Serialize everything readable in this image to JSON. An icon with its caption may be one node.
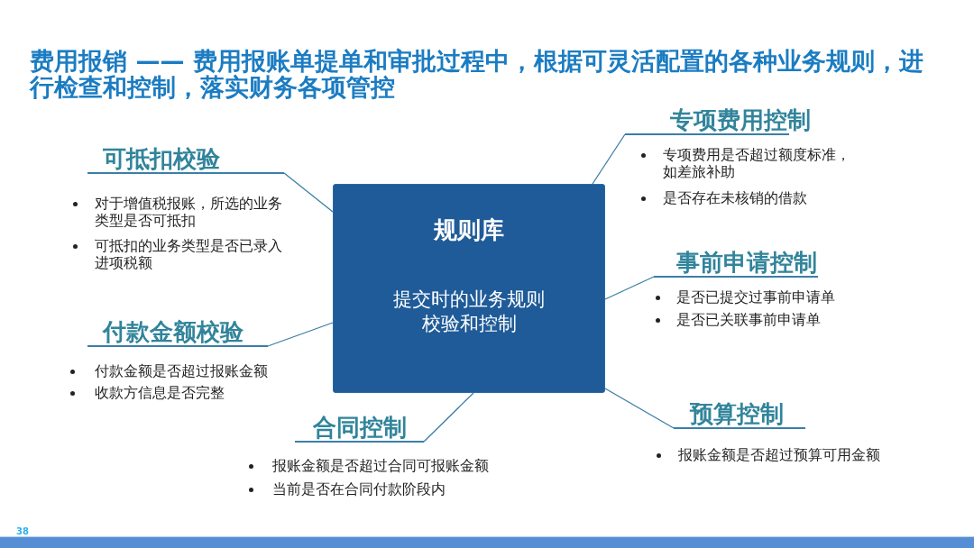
{
  "diagram": {
    "title": "费用报销 —— 费用报账单提单和审批过程中，根据可灵活配置的各种业务规则，进行检查和控制，落实财务各项管控",
    "nodes": [
      {
        "text": [
          "规则库",
          "提交时的业务规则校验和控制"
        ]
      },
      {
        "text": [
          "可抵扣校验"
        ],
        "beside": [
          "对于增值税报账，所选的业务类型是否可抵扣",
          "可抵扣的业务类型是否已录入进项税额"
        ]
      },
      {
        "text": [
          "专项费用控制"
        ],
        "beside": [
          "专项费用是否超过额度标准，如差旅补助",
          "是否存在未核销的借款"
        ]
      },
      {
        "text": [
          "事前申请控制"
        ],
        "beside": [
          "是否已提交过事前申请单",
          "是否已关联事前申请单"
        ]
      },
      {
        "text": [
          "付款金额校验"
        ],
        "beside": [
          "付款金额是否超过报账金额",
          "收款方信息是否完整"
        ]
      },
      {
        "text": [
          "合同控制"
        ],
        "beside": [
          "报账金额是否超过合同可报账金额",
          "当前是否在合同付款阶段内"
        ]
      },
      {
        "text": [
          "预算控制"
        ],
        "beside": [
          "报账金额是否超过预算可用金额"
        ]
      }
    ],
    "edges": [
      {
        "from": 0,
        "to": 1,
        "arrow": "none"
      },
      {
        "from": 0,
        "to": 2,
        "arrow": "none"
      },
      {
        "from": 0,
        "to": 3,
        "arrow": "none"
      },
      {
        "from": 0,
        "to": 4,
        "arrow": "none"
      },
      {
        "from": 0,
        "to": 5,
        "arrow": "none"
      },
      {
        "from": 0,
        "to": 6,
        "arrow": "none"
      }
    ],
    "labels": [
      "38"
    ]
  }
}
